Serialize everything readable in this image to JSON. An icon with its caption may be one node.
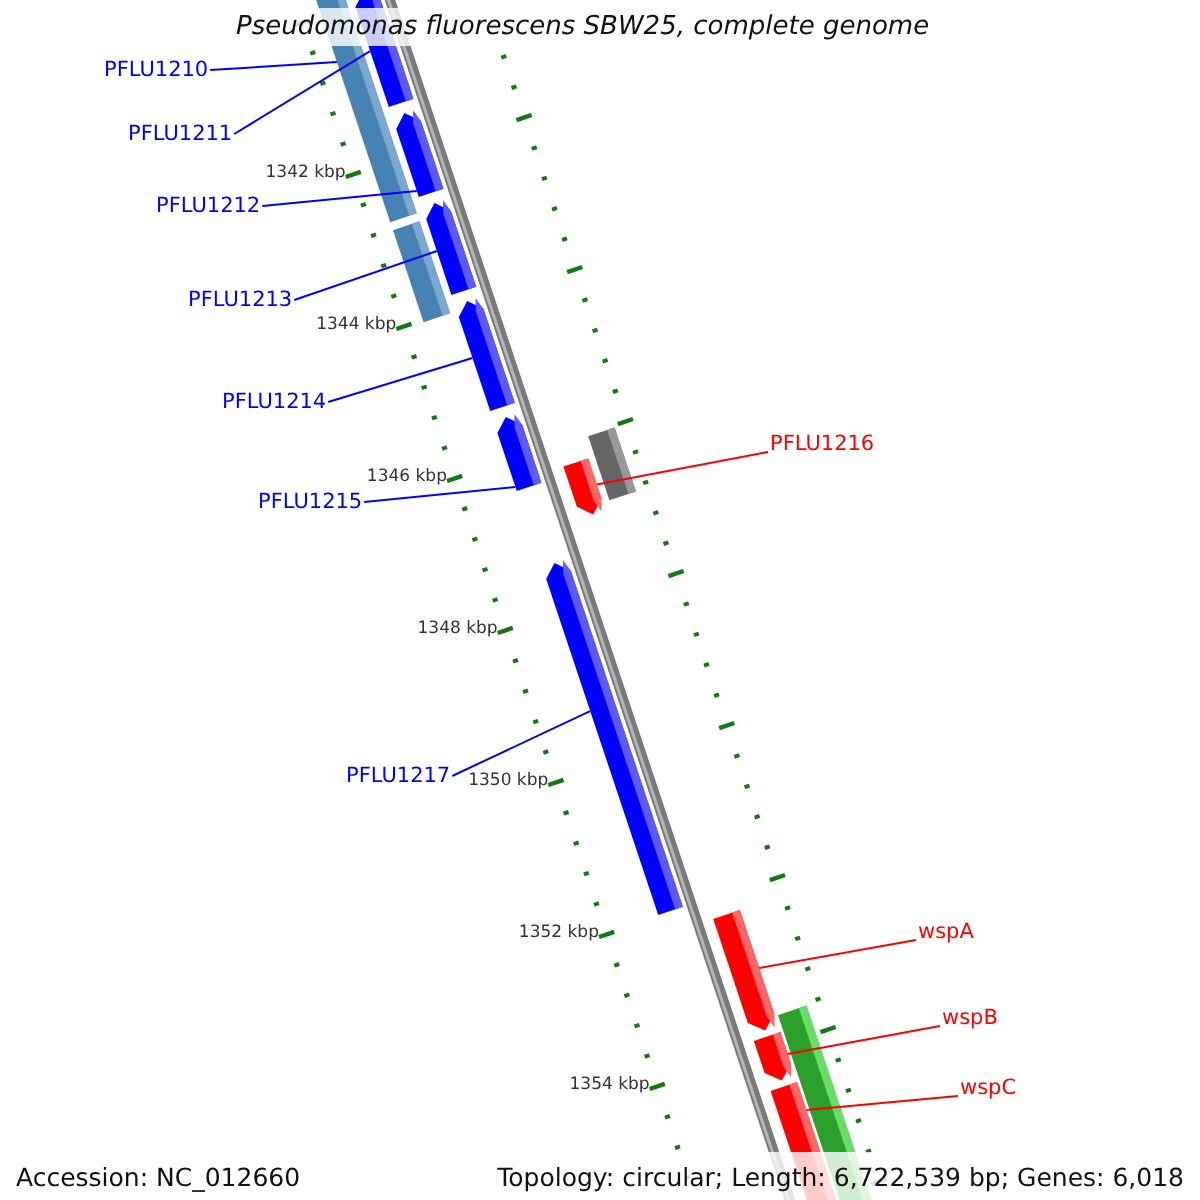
{
  "diagram": {
    "title": "Pseudomonas fluorescens SBW25, complete genome",
    "nodes": [
      {
        "text": [
          "PFLU1210"
        ]
      },
      {
        "text": [
          "PFLU1211"
        ]
      },
      {
        "text": [
          "PFLU1212"
        ]
      },
      {
        "text": [
          "PFLU1213"
        ]
      },
      {
        "text": [
          "PFLU1214"
        ]
      },
      {
        "text": [
          "PFLU1215"
        ]
      },
      {
        "text": [
          "PFLU1216"
        ]
      },
      {
        "text": [
          "PFLU1217"
        ]
      },
      {
        "text": [
          "wspA"
        ]
      },
      {
        "text": [
          "wspB"
        ]
      },
      {
        "text": [
          "wspC"
        ]
      },
      {
        "text": [],
        "shape": "arrow"
      },
      {
        "text": [],
        "shape": "arrow"
      },
      {
        "text": [],
        "shape": "arrow"
      },
      {
        "text": [],
        "shape": "arrow"
      },
      {
        "text": [],
        "shape": "arrow"
      },
      {
        "text": [],
        "shape": "arrow"
      },
      {
        "text": [],
        "shape": "bar"
      },
      {
        "text": [],
        "shape": "bar"
      },
      {
        "text": [],
        "shape": "arrow"
      },
      {
        "text": [],
        "shape": "bar"
      },
      {
        "text": [],
        "shape": "arrow"
      },
      {
        "text": [],
        "shape": "arrow"
      },
      {
        "text": [],
        "shape": "arrow"
      },
      {
        "text": [],
        "shape": "bar"
      }
    ],
    "edges": [
      {
        "from": 0,
        "to": 17,
        "arrow": "none"
      },
      {
        "from": 1,
        "to": 11,
        "arrow": "none"
      },
      {
        "from": 2,
        "to": 12,
        "arrow": "none"
      },
      {
        "from": 3,
        "to": 13,
        "arrow": "none"
      },
      {
        "from": 4,
        "to": 14,
        "arrow": "none"
      },
      {
        "from": 5,
        "to": 15,
        "arrow": "none"
      },
      {
        "from": 6,
        "to": 19,
        "arrow": "none",
        "color": "#ff0000"
      },
      {
        "from": 7,
        "to": 16,
        "arrow": "none"
      },
      {
        "from": 8,
        "to": 21,
        "arrow": "none",
        "color": "#ff0000"
      },
      {
        "from": 9,
        "to": 22,
        "arrow": "none",
        "color": "#ff0000"
      },
      {
        "from": 10,
        "to": 23,
        "arrow": "none",
        "color": "#ff0000"
      }
    ],
    "labels": [
      "1342 kbp",
      "1344 kbp",
      "1346 kbp",
      "1348 kbp",
      "1350 kbp",
      "1352 kbp",
      "1354 kbp",
      "Accession: NC_012660",
      "Topology: circular; Length: 6,722,539 bp; Genes: 6,018"
    ]
  }
}
